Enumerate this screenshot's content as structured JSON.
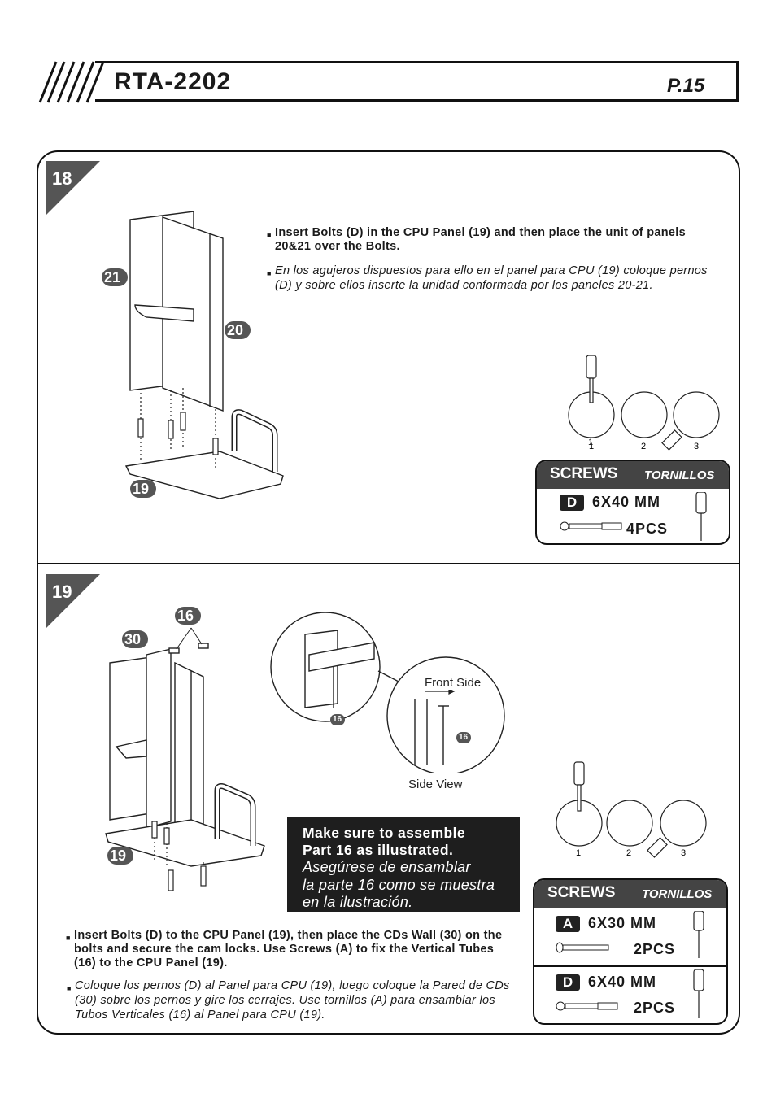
{
  "header": {
    "model": "RTA-2202",
    "page": "P.15"
  },
  "step18": {
    "number": "18",
    "part_labels": [
      "21",
      "20",
      "19"
    ],
    "instruction_en": "Insert Bolts (D) in the CPU Panel (19) and then place the unit of panels 20&21 over the Bolts.",
    "instruction_es": "En los agujeros dispuestos para ello en el panel para CPU (19) coloque pernos (D) y sobre ellos inserte la unidad conformada por los paneles 20-21.",
    "sequence_labels": [
      "1",
      "2",
      "3"
    ],
    "screws": {
      "title": "SCREWS",
      "title_es": "TORNILLOS",
      "items": [
        {
          "letter": "D",
          "size": "6X40 MM",
          "qty": "4PCS"
        }
      ]
    }
  },
  "step19": {
    "number": "19",
    "part_labels": [
      "16",
      "30",
      "19"
    ],
    "detail_label": "16",
    "detail_label_2": "16",
    "front_side": "Front Side",
    "side_view": "Side View",
    "note_en_line1": "Make sure to assemble",
    "note_en_line2": "Part 16 as illustrated.",
    "note_es_line1": "Asegúrese de ensamblar",
    "note_es_line2": "la parte 16 como se muestra",
    "note_es_line3": "en la ilustración.",
    "instruction_en": "Insert Bolts (D) to the CPU Panel (19), then place the CDs Wall (30) on the bolts and secure the cam locks. Use Screws (A) to fix the Vertical Tubes (16) to the CPU Panel (19).",
    "instruction_es": "Coloque los pernos (D) al Panel para CPU (19), luego coloque la Pared de CDs (30) sobre los pernos y gire los cerrajes. Use tornillos (A) para ensamblar los Tubos Verticales (16) al Panel para CPU (19).",
    "sequence_labels": [
      "1",
      "2",
      "3"
    ],
    "screws": {
      "title": "SCREWS",
      "title_es": "TORNILLOS",
      "items": [
        {
          "letter": "A",
          "size": "6X30 MM",
          "qty": "2PCS"
        },
        {
          "letter": "D",
          "size": "6X40 MM",
          "qty": "2PCS"
        }
      ]
    }
  }
}
